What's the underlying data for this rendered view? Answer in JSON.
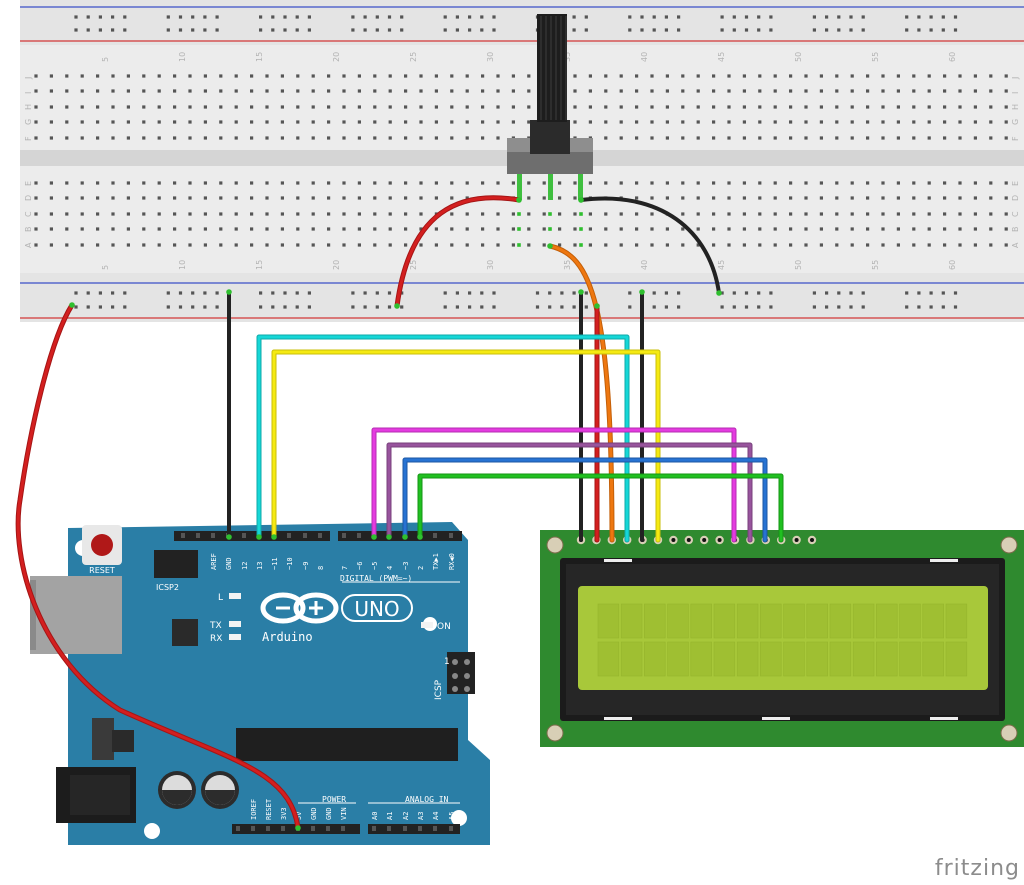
{
  "breadboard": {
    "col_labels": [
      "5",
      "10",
      "15",
      "20",
      "25",
      "30",
      "35",
      "40",
      "45",
      "50",
      "55",
      "60"
    ],
    "row_labels_top": [
      "J",
      "I",
      "H",
      "G",
      "F"
    ],
    "row_labels_bottom": [
      "E",
      "D",
      "C",
      "B",
      "A"
    ]
  },
  "arduino": {
    "reset_label": "RESET",
    "icsp2_label": "ICSP2",
    "icsp_label": "ICSP",
    "icsp_pin1": "1",
    "digital_label": "DIGITAL (PWM=~)",
    "logo_text": "Arduino",
    "uno_text": "UNO",
    "l_label": "L",
    "tx_label": "TX",
    "rx_label": "RX",
    "on_label": "ON",
    "power_label": "POWER",
    "analog_label": "ANALOG IN",
    "header_top_pins": [
      "AREF",
      "GND",
      "13",
      "~11",
      "~10",
      "~9",
      "8",
      "7",
      "~6",
      "~5",
      "4",
      "~3",
      "2",
      "TX▶1",
      "RX◀0"
    ],
    "header_pin_12": "12",
    "power_pins": [
      "IOREF",
      "RESET",
      "3V3",
      "5V",
      "GND",
      "GND",
      "VIN"
    ],
    "analog_pins": [
      "A0",
      "A1",
      "A2",
      "A3",
      "A4",
      "A5"
    ]
  },
  "branding": {
    "text": "fritzing"
  },
  "colors": {
    "board": "#2a7ea6",
    "board_dark": "#236f93",
    "lcd_pcb": "#2f8a2f",
    "lcd_screen": "#a8c83a",
    "wire_red": "#d31f1f",
    "wire_black": "#222222",
    "wire_cyan": "#16d7d7",
    "wire_yellow": "#f5ea12",
    "wire_magenta": "#e43be0",
    "wire_purple": "#98549d",
    "wire_blue": "#2773d3",
    "wire_green": "#20c020",
    "wire_orange": "#ee7710"
  }
}
